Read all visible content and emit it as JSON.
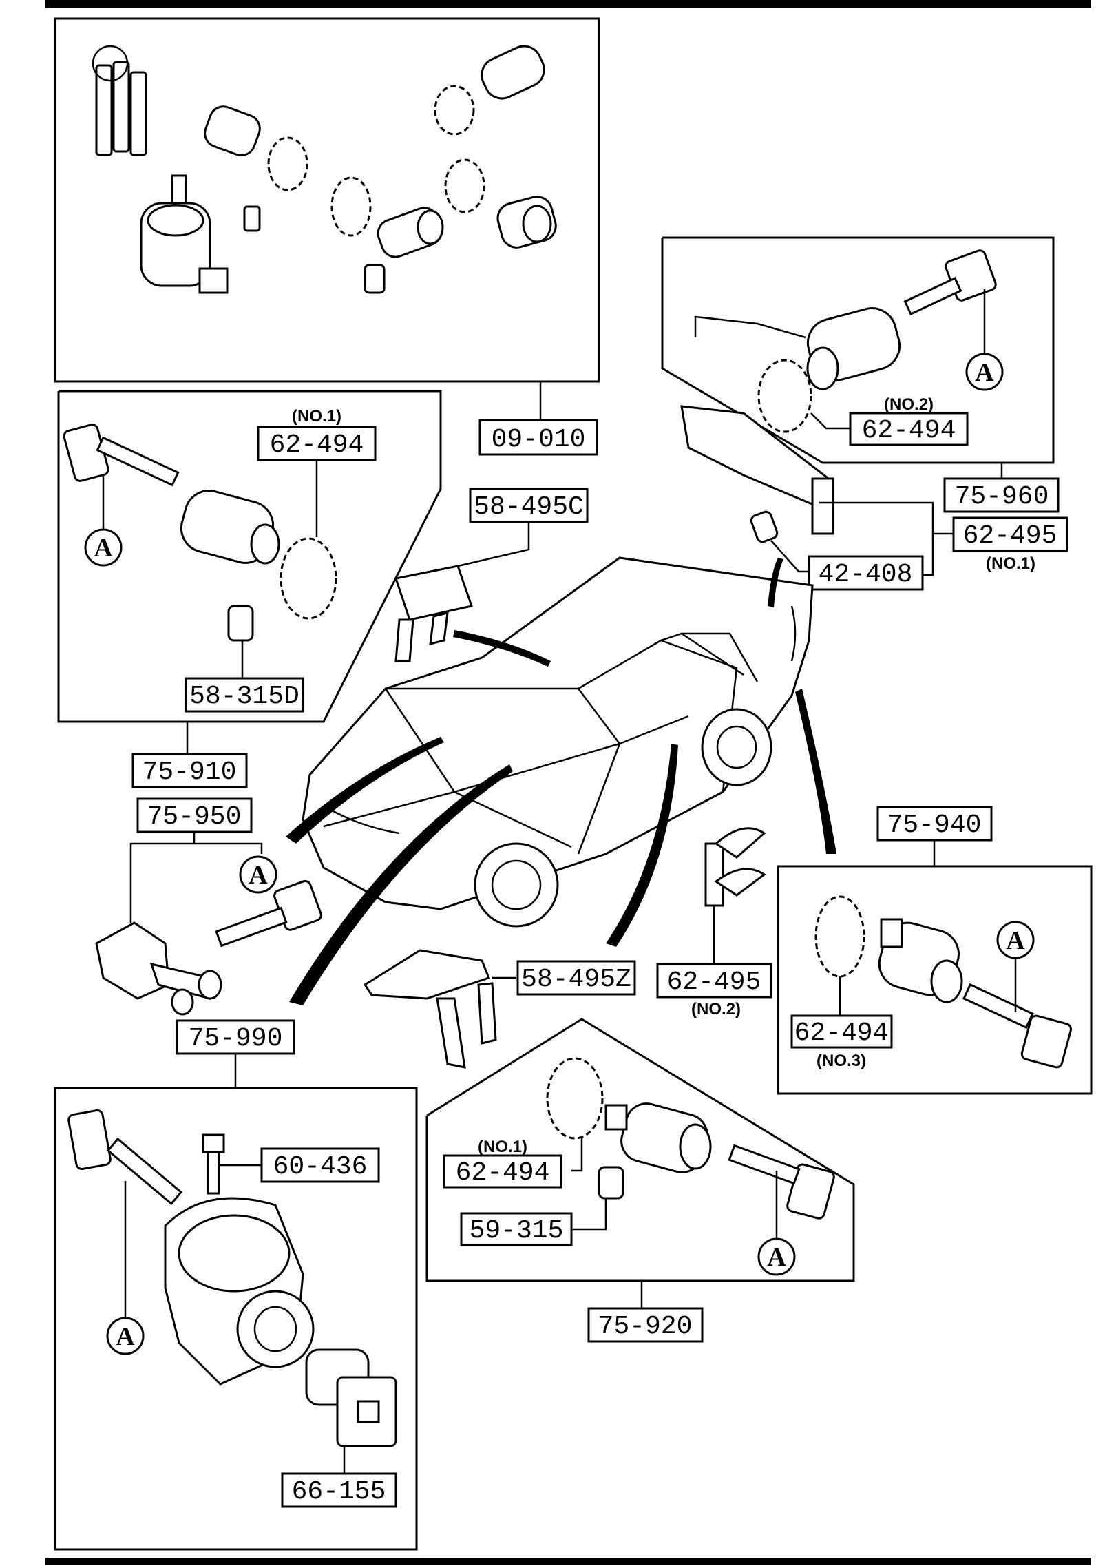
{
  "labels": {
    "l09010": "09-010",
    "l62494_no1_top": "62-494",
    "no1_top": "(NO.1)",
    "l58315d": "58-315D",
    "l75910": "75-910",
    "l58495c": "58-495C",
    "l62494_no2": "62-494",
    "no2_top": "(NO.2)",
    "l75960": "75-960",
    "l62495_no1": "62-495",
    "no1_right": "(NO.1)",
    "l42408": "42-408",
    "l75950": "75-950",
    "l75940": "75-940",
    "l58495z": "58-495Z",
    "l62495_no2": "62-495",
    "no2_mid": "(NO.2)",
    "l62494_no3": "62-494",
    "no3": "(NO.3)",
    "l75990": "75-990",
    "l60436": "60-436",
    "l62494_no1_bottom": "62-494",
    "no1_bottom": "(NO.1)",
    "l59315": "59-315",
    "l75920": "75-920",
    "l66155": "66-155",
    "key_marker": "A"
  }
}
